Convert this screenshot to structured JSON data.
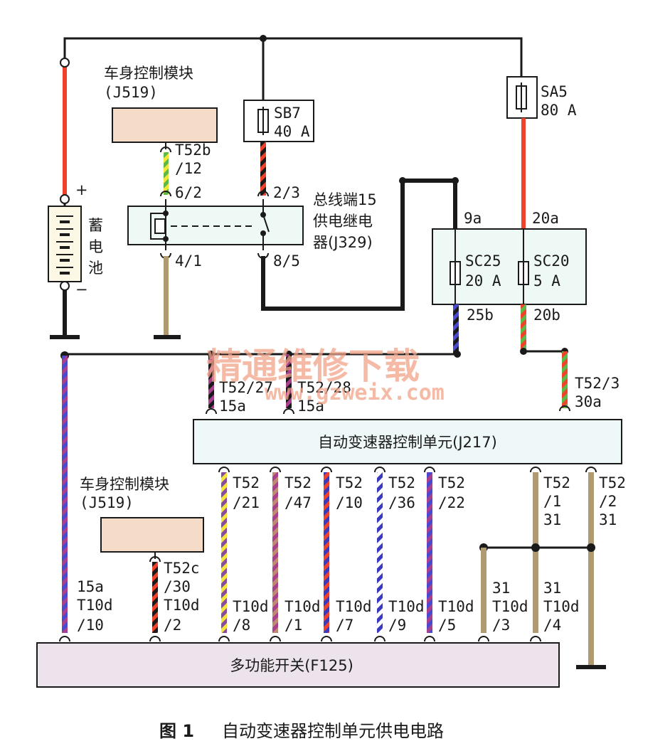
{
  "battery": {
    "label": "蓄电池",
    "plus": "+",
    "minus": "−"
  },
  "bcm_top": {
    "name": "车身控制模块",
    "code": "(J519)"
  },
  "bcm_bottom": {
    "name": "车身控制模块",
    "code": "(J519)"
  },
  "fuses": {
    "sb7": {
      "name": "SB7",
      "rating": "40 A"
    },
    "sa5": {
      "name": "SA5",
      "rating": "80 A"
    },
    "sc25": {
      "name": "SC25",
      "rating": "20 A"
    },
    "sc20": {
      "name": "SC20",
      "rating": "5 A"
    }
  },
  "relay": {
    "line1": "总线端15",
    "line2": "供电继电",
    "line3": "器(J329)"
  },
  "pins": {
    "t52b_a": "T52b",
    "t52b_b": "/12",
    "p62": "6/2",
    "p41": "4/1",
    "p23": "2/3",
    "p85": "8/5",
    "p9a": "9a",
    "p20a": "20a",
    "p25b": "25b",
    "p20b": "20b",
    "t5227_a": "T52/27",
    "t5227_b": "15a",
    "t5228_a": "T52/28",
    "t5228_b": "15a",
    "t523_a": "T52/3",
    "t523_b": "30a",
    "j217_21_a": "T52",
    "j217_21_b": "/21",
    "j217_47_a": "T52",
    "j217_47_b": "/47",
    "j217_10_a": "T52",
    "j217_10_b": "/10",
    "j217_36_a": "T52",
    "j217_36_b": "/36",
    "j217_22_a": "T52",
    "j217_22_b": "/22",
    "j217_1_a": "T52",
    "j217_1_b": "/1",
    "j217_1_c": "31",
    "j217_2_a": "T52",
    "j217_2_b": "/2",
    "j217_2_c": "31",
    "t52c_a": "T52c",
    "t52c_b": "/30",
    "f10_a": "15a",
    "f10_b": "T10d",
    "f10_c": "/10",
    "f2_a": "T10d",
    "f2_b": "/2",
    "f8_a": "T10d",
    "f8_b": "/8",
    "f1_a": "T10d",
    "f1_b": "/1",
    "f7_a": "T10d",
    "f7_b": "/7",
    "f9_a": "T10d",
    "f9_b": "/9",
    "f5_a": "T10d",
    "f5_b": "/5",
    "f3_a": "31",
    "f3_b": "T10d",
    "f3_c": "/3",
    "f4_a": "31",
    "f4_b": "T10d",
    "f4_c": "/4"
  },
  "tcu": {
    "label": "自动变速器控制单元(J217)"
  },
  "mfs": {
    "label": "多功能开关(F125)"
  },
  "watermark": {
    "cn": "精通维修下载",
    "url": "www.gzweix.com"
  },
  "caption": {
    "fig": "图 1",
    "title": "自动变速器控制单元供电电路"
  },
  "colors": {
    "red": "#f0422b",
    "black": "#1a1a1a",
    "brown": "#b09a72",
    "green": "#5cb848",
    "yellow": "#f2e63a",
    "blue": "#4a4ad0",
    "violet": "#a8408e",
    "bcm_fill": "#f5dcc8",
    "tcu_fill": "#eef8f8",
    "mfs_fill": "#ece3ec"
  }
}
